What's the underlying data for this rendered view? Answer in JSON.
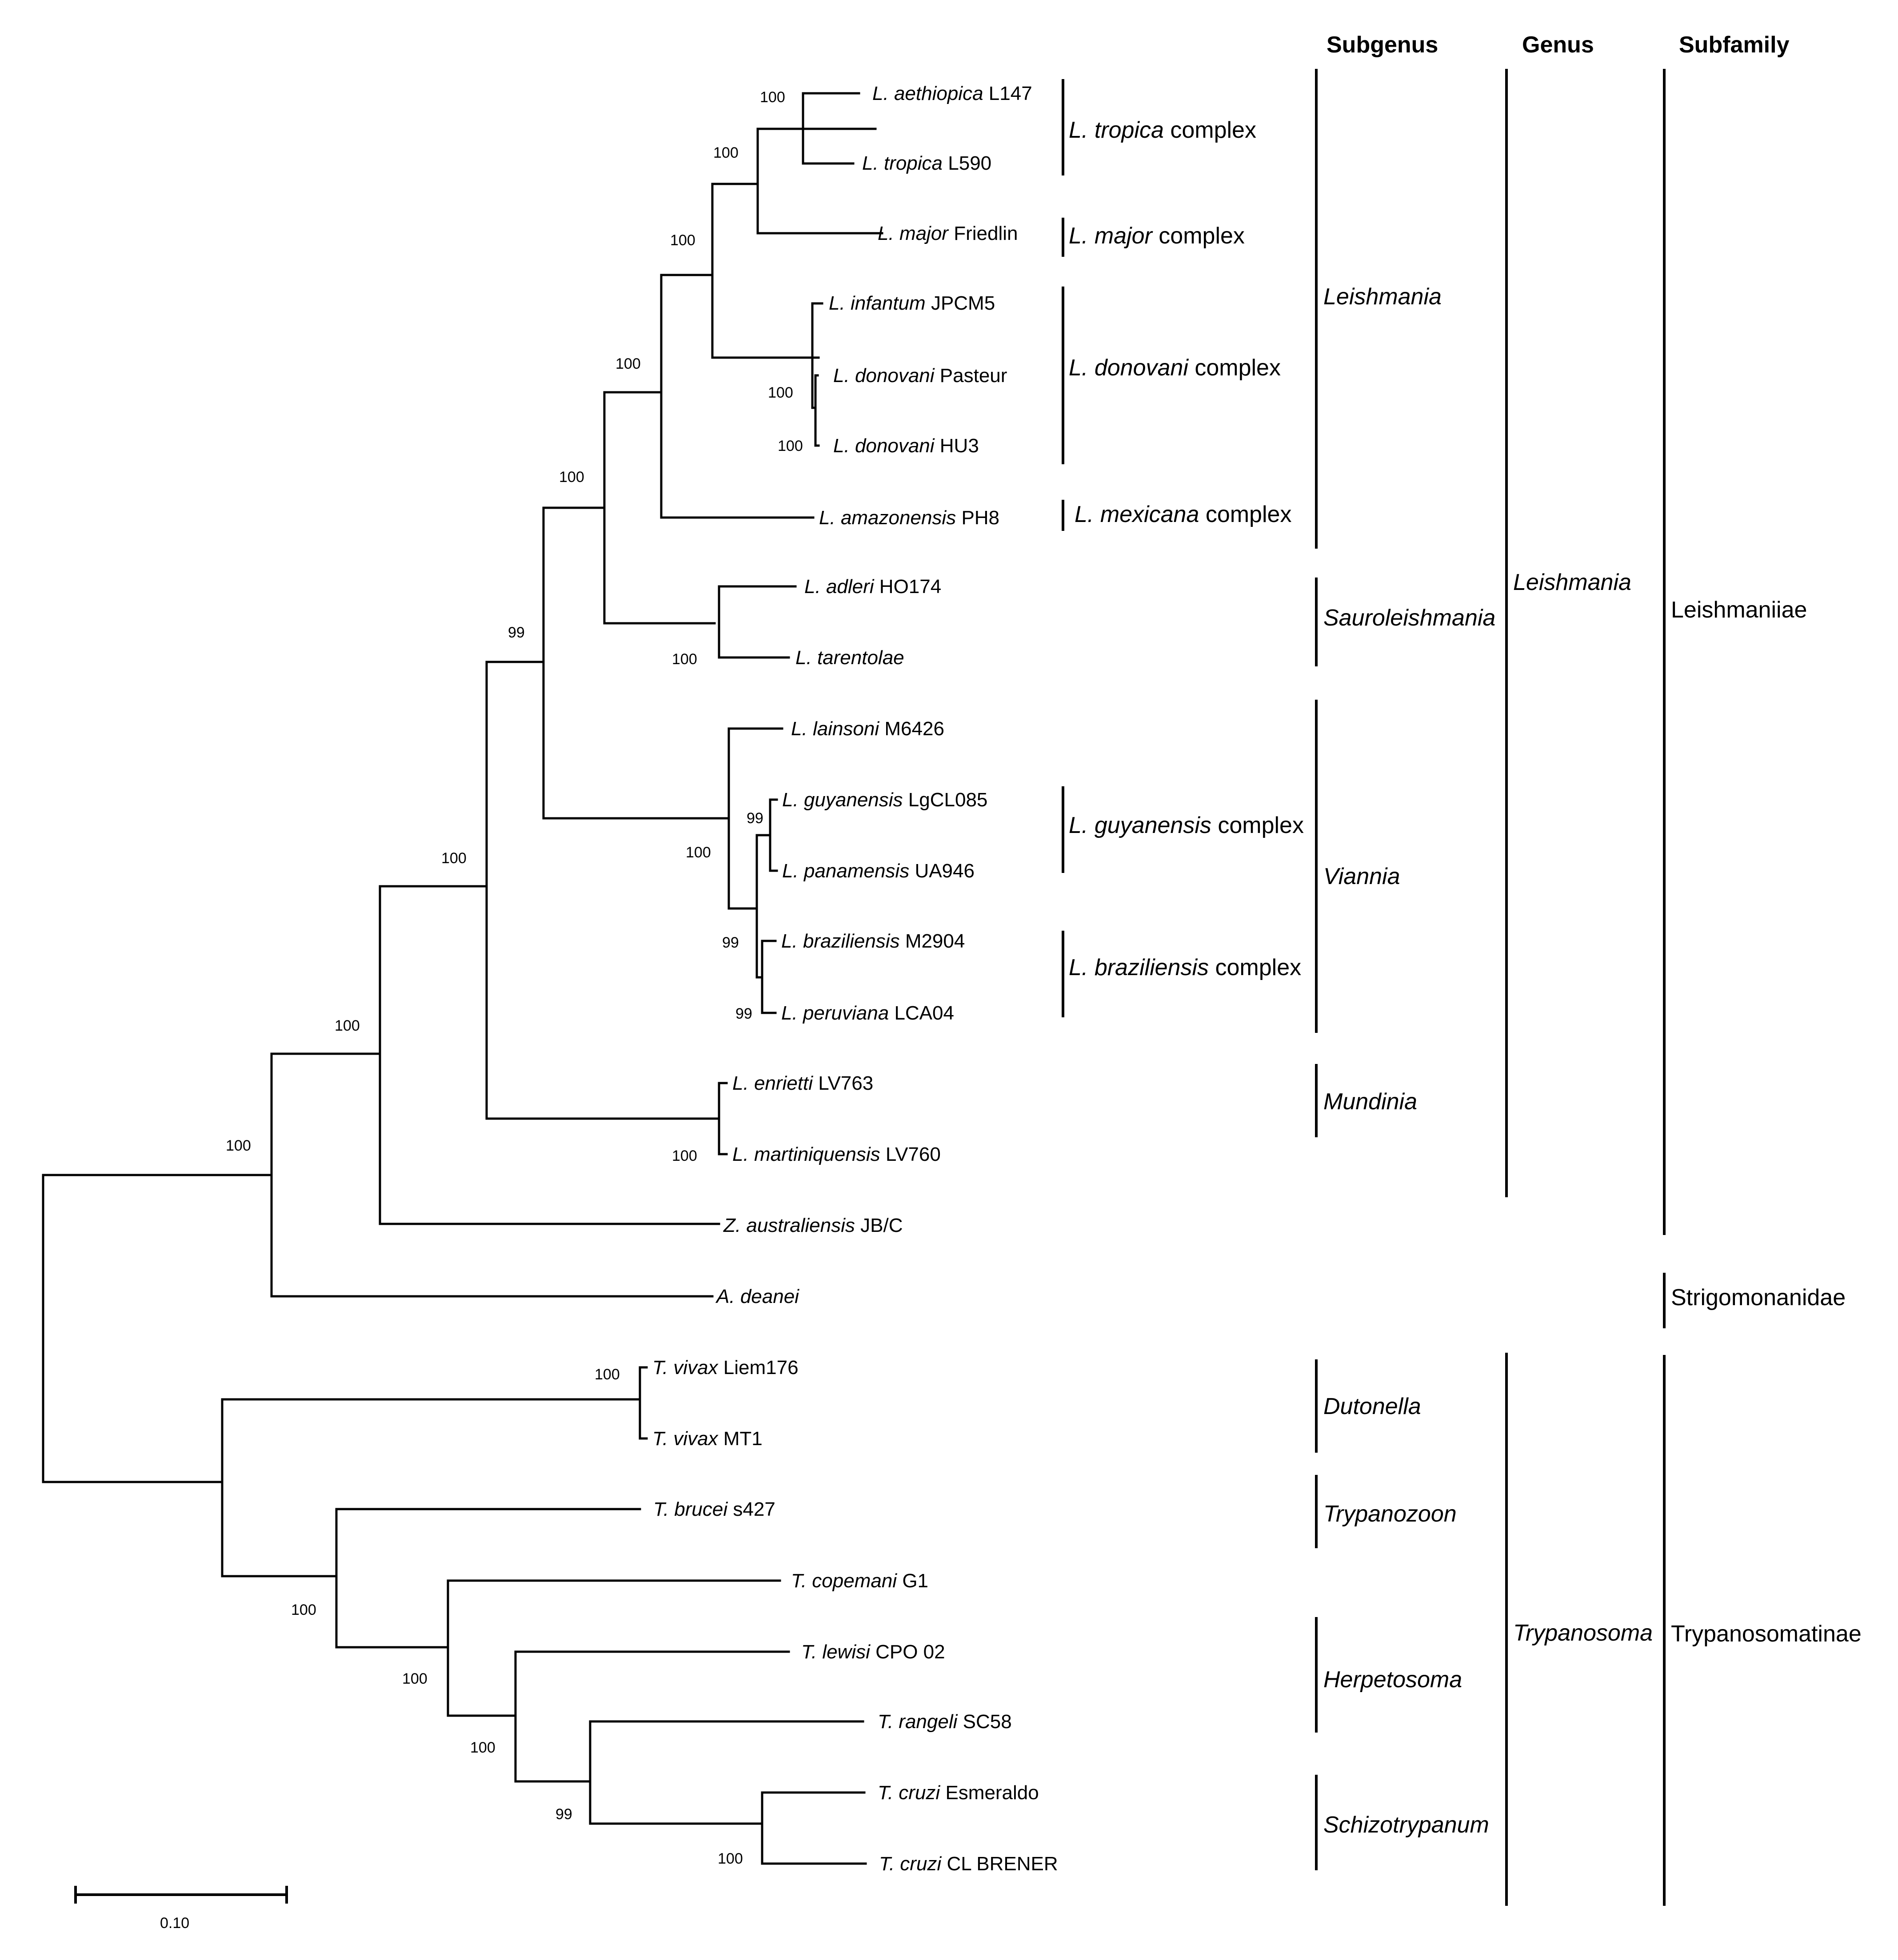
{
  "headers": {
    "subgenus": "Subgenus",
    "genus": "Genus",
    "subfamily": "Subfamily"
  },
  "leaves": [
    {
      "id": "L0",
      "genus": "L.",
      "species": "aethiopica",
      "strain": "L147"
    },
    {
      "id": "L1",
      "genus": "L.",
      "species": "tropica",
      "strain": "L590"
    },
    {
      "id": "L2",
      "genus": "L.",
      "species": "major",
      "strain": "Friedlin"
    },
    {
      "id": "L3",
      "genus": "L.",
      "species": "infantum",
      "strain": "JPCM5"
    },
    {
      "id": "L4",
      "genus": "L.",
      "species": "donovani",
      "strain": "Pasteur"
    },
    {
      "id": "L5",
      "genus": "L.",
      "species": "donovani",
      "strain": "HU3"
    },
    {
      "id": "L6",
      "genus": "L.",
      "species": "amazonensis",
      "strain": "PH8"
    },
    {
      "id": "L7",
      "genus": "L.",
      "species": "adleri",
      "strain": "HO174"
    },
    {
      "id": "L8",
      "genus": "L.",
      "species": "tarentolae",
      "strain": ""
    },
    {
      "id": "L9",
      "genus": "L.",
      "species": "lainsoni",
      "strain": "M6426"
    },
    {
      "id": "L10",
      "genus": "L.",
      "species": "guyanensis",
      "strain": "LgCL085"
    },
    {
      "id": "L11",
      "genus": "L.",
      "species": "panamensis",
      "strain": "UA946"
    },
    {
      "id": "L12",
      "genus": "L.",
      "species": "braziliensis",
      "strain": "M2904"
    },
    {
      "id": "L13",
      "genus": "L.",
      "species": "peruviana",
      "strain": "LCA04"
    },
    {
      "id": "L14",
      "genus": "L.",
      "species": "enrietti",
      "strain": "LV763"
    },
    {
      "id": "L15",
      "genus": "L.",
      "species": "martiniquensis",
      "strain": "LV760"
    },
    {
      "id": "L16",
      "genus": "Z.",
      "species": "australiensis",
      "strain": "JB/C"
    },
    {
      "id": "L17",
      "genus": "A.",
      "species": "deanei",
      "strain": ""
    },
    {
      "id": "L18",
      "genus": "T.",
      "species": "vivax",
      "strain": "Liem176"
    },
    {
      "id": "L19",
      "genus": "T.",
      "species": "vivax",
      "strain": "MT1"
    },
    {
      "id": "L20",
      "genus": "T.",
      "species": "brucei",
      "strain": "s427"
    },
    {
      "id": "L21",
      "genus": "T.",
      "species": "copemani",
      "strain": "G1"
    },
    {
      "id": "L22",
      "genus": "T.",
      "species": "lewisi",
      "strain": "CPO 02"
    },
    {
      "id": "L23",
      "genus": "T.",
      "species": "rangeli",
      "strain": "SC58"
    },
    {
      "id": "L24",
      "genus": "T.",
      "species": "cruzi",
      "strain": "Esmeraldo"
    },
    {
      "id": "L25",
      "genus": "T.",
      "species": "cruzi",
      "strain": "CL BRENER"
    }
  ],
  "bootstrap": [
    "100",
    "100",
    "100",
    "100",
    "100",
    "100",
    "100",
    "99",
    "100",
    "100",
    "100",
    "99",
    "100",
    "99",
    "99",
    "100",
    "100",
    "100",
    "100",
    "100",
    "100",
    "99",
    "100"
  ],
  "complexes": [
    {
      "italic": "L. tropica",
      "plain": " complex"
    },
    {
      "italic": "L. major",
      "plain": " complex"
    },
    {
      "italic": "L. donovani",
      "plain": " complex"
    },
    {
      "italic": "L. mexicana",
      "plain": " complex"
    },
    {
      "italic": "L. guyanensis",
      "plain": " complex"
    },
    {
      "italic": "L. braziliensis",
      "plain": " complex"
    }
  ],
  "subgenera": [
    "Leishmania",
    "Sauroleishmania",
    "Viannia",
    "Mundinia",
    "Dutonella",
    "Trypanozoon",
    "Herpetosoma",
    "Schizotrypanum"
  ],
  "genera": [
    "Leishmania",
    "Trypanosoma"
  ],
  "subfamilies": [
    "Leishmaniiae",
    "Strigomonanidae",
    "Trypanosomatinae"
  ],
  "scale_bar": {
    "label": "0.10",
    "value": 0.1
  }
}
